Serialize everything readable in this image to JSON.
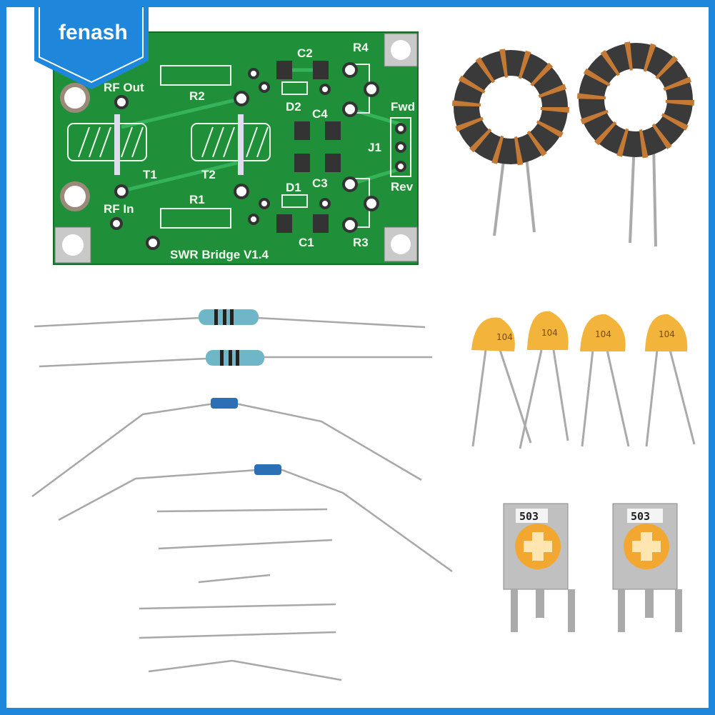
{
  "logo": {
    "text": "fenash"
  },
  "pcb": {
    "title": "SWR Bridge V1.4",
    "labels": {
      "rf_out": "RF Out",
      "rf_in": "RF In",
      "r1": "R1",
      "r2": "R2",
      "r3": "R3",
      "r4": "R4",
      "c1": "C1",
      "c2": "C2",
      "c3": "C3",
      "c4": "C4",
      "d1": "D1",
      "d2": "D2",
      "t1": "T1",
      "t2": "T2",
      "j1": "J1",
      "fwd": "Fwd",
      "rev": "Rev"
    }
  },
  "capacitors": {
    "marking": "104"
  },
  "trimmers": {
    "marking": "503"
  },
  "colors": {
    "frame": "#1e86db",
    "pcb": "#1f8f3a",
    "toroid": "#3a3a3a",
    "copper": "#c47a35",
    "capacitor": "#f2b43a"
  }
}
